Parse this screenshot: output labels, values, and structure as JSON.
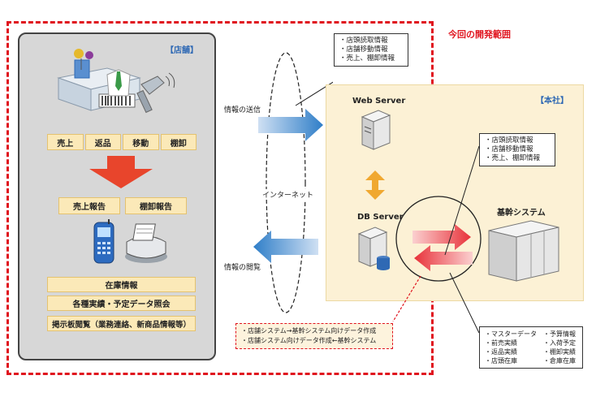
{
  "dev_range_label": "今回の開発範囲",
  "store": {
    "tag": "【店舗】",
    "ops": [
      "売上",
      "返品",
      "移動",
      "棚卸"
    ],
    "reports": [
      "売上報告",
      "棚卸報告"
    ],
    "menu": [
      "在庫情報",
      "各種実績・予定データ照会",
      "掲示板閲覧（業務連絡、新商品情報等）"
    ]
  },
  "network": {
    "send_label": "情報の送信",
    "view_label": "情報の閲覧",
    "internet_label": "インターネット"
  },
  "top_note": [
    "・店頭読取情報",
    "・店舗移動情報",
    "・売上、棚卸情報"
  ],
  "hq": {
    "tag": "【本社】",
    "web_server": "Web Server",
    "db_server": "DB Server",
    "core_system": "基幹システム",
    "note": [
      "・店頭読取情報",
      "・店舗移動情報",
      "・売上、棚卸情報"
    ]
  },
  "flow_note": [
    "・店舗システム→基幹システム向けデータ作成",
    "・店舗システム向けデータ作成←基幹システム"
  ],
  "master_note": {
    "left": [
      "・マスターデータ",
      "・前売実績",
      "・返品実績",
      "・店頭在庫"
    ],
    "right": [
      "・予算情報",
      "・入荷予定",
      "・棚卸実績",
      "・倉庫在庫"
    ]
  },
  "colors": {
    "dev_range": "#e0141e",
    "accent_blue": "#2f69b4",
    "report_arrow": "#e8452c",
    "hq_bg": "#fcf1d5"
  }
}
